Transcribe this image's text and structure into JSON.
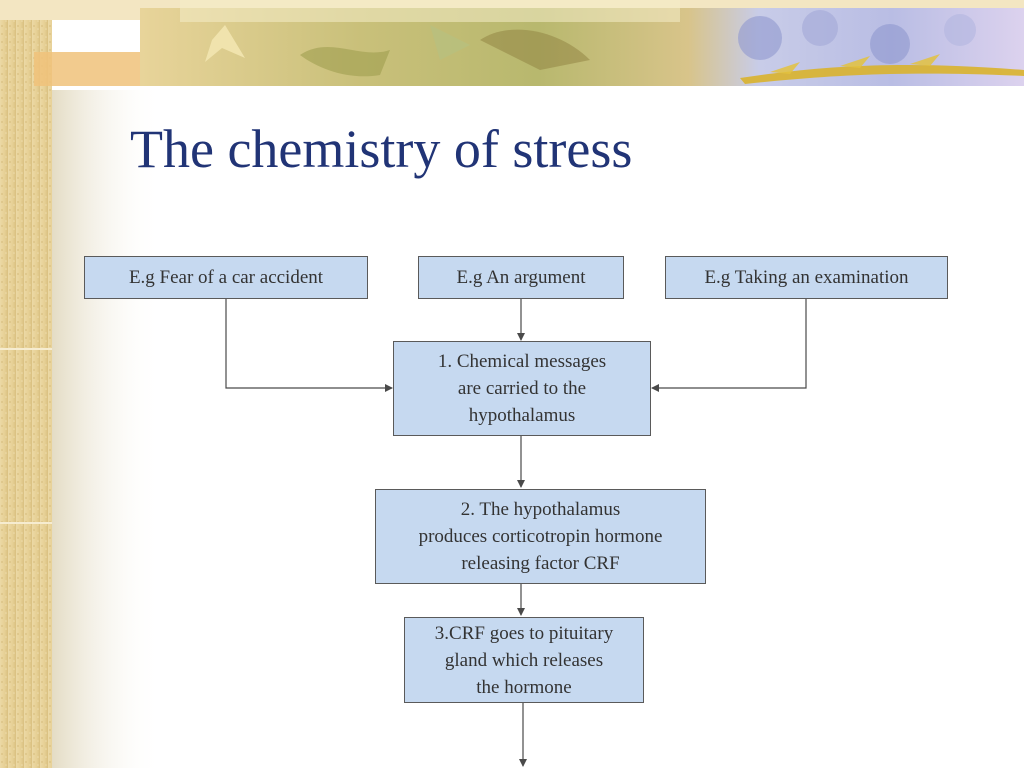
{
  "title": "The chemistry of stress",
  "colors": {
    "title": "#213476",
    "box_fill": "#c6d9f0",
    "box_border": "#5a5a5a",
    "connector": "#4a4a4a"
  },
  "examples": [
    "E.g Fear of a car accident",
    "E.g An argument",
    "E.g Taking an examination"
  ],
  "steps": [
    {
      "lines": [
        "1. Chemical messages",
        "are carried to the",
        "hypothalamus"
      ]
    },
    {
      "lines": [
        "2. The hypothalamus",
        "produces corticotropin hormone",
        "releasing factor CRF"
      ]
    },
    {
      "lines": [
        "3.CRF goes to pituitary",
        "gland which releases",
        "the hormone"
      ]
    }
  ]
}
